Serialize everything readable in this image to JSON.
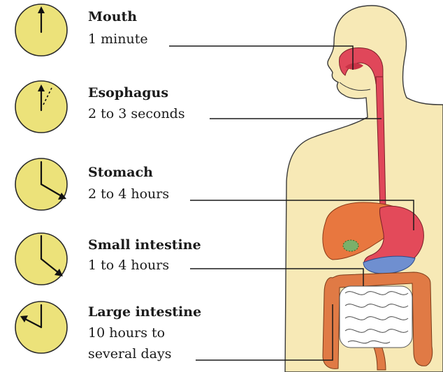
{
  "stages": [
    {
      "name": "Mouth",
      "time_lines": [
        "1 minute"
      ]
    },
    {
      "name": "Esophagus",
      "time_lines": [
        "2 to 3 seconds"
      ]
    },
    {
      "name": "Stomach",
      "time_lines": [
        "2 to 4 hours"
      ]
    },
    {
      "name": "Small intestine",
      "time_lines": [
        "1 to 4 hours"
      ]
    },
    {
      "name": "Large intestine",
      "time_lines": [
        "10 hours to",
        "several days"
      ]
    }
  ],
  "colors": {
    "clock_face": "#ece27a",
    "body_skin": "#f7e9b6",
    "mouth_esophagus": "#e0475a",
    "stomach": "#e34a5a",
    "liver": "#e8773f",
    "pancreas_blue": "#6f8fd0",
    "small_intestine": "#ffffff",
    "large_intestine": "#e07a45"
  }
}
